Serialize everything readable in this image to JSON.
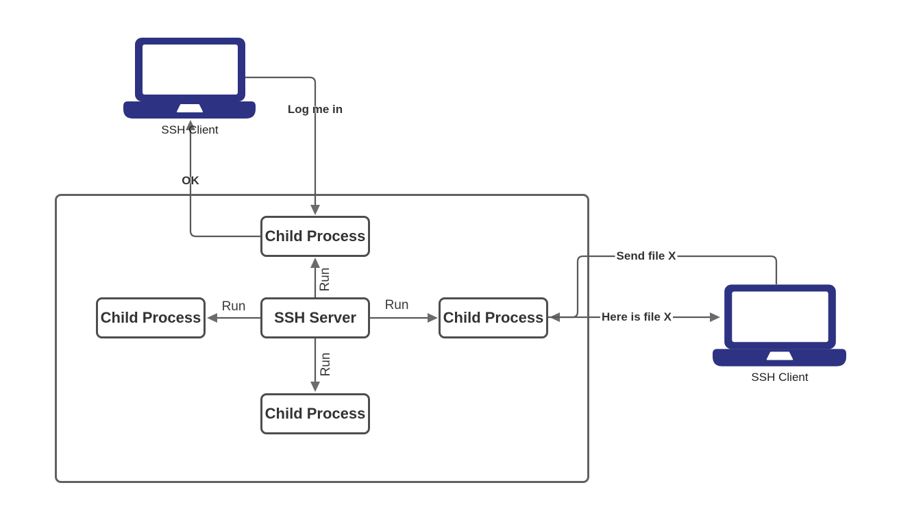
{
  "diagram": {
    "nodes": {
      "client_left": {
        "label": "SSH Client",
        "type": "laptop"
      },
      "client_right": {
        "label": "SSH Client",
        "type": "laptop"
      },
      "ssh_server": {
        "label": "SSH Server"
      },
      "child_top": {
        "label": "Child Process"
      },
      "child_left": {
        "label": "Child Process"
      },
      "child_right": {
        "label": "Child Process"
      },
      "child_bottom": {
        "label": "Child Process"
      }
    },
    "edges": {
      "log_me_in": {
        "label": "Log me in"
      },
      "ok": {
        "label": "OK"
      },
      "run_top": {
        "label": "Run"
      },
      "run_left": {
        "label": "Run"
      },
      "run_right": {
        "label": "Run"
      },
      "run_bottom": {
        "label": "Run"
      },
      "send_file_x": {
        "label": "Send file X"
      },
      "here_is_file_x": {
        "label": "Here is file X"
      }
    },
    "colors": {
      "laptop_fill": "#2d3282",
      "connector": "#595959",
      "arrowhead": "#6b6b6b",
      "box_border": "#4d4d4d",
      "container_border": "#616161",
      "text": "#333333"
    }
  }
}
